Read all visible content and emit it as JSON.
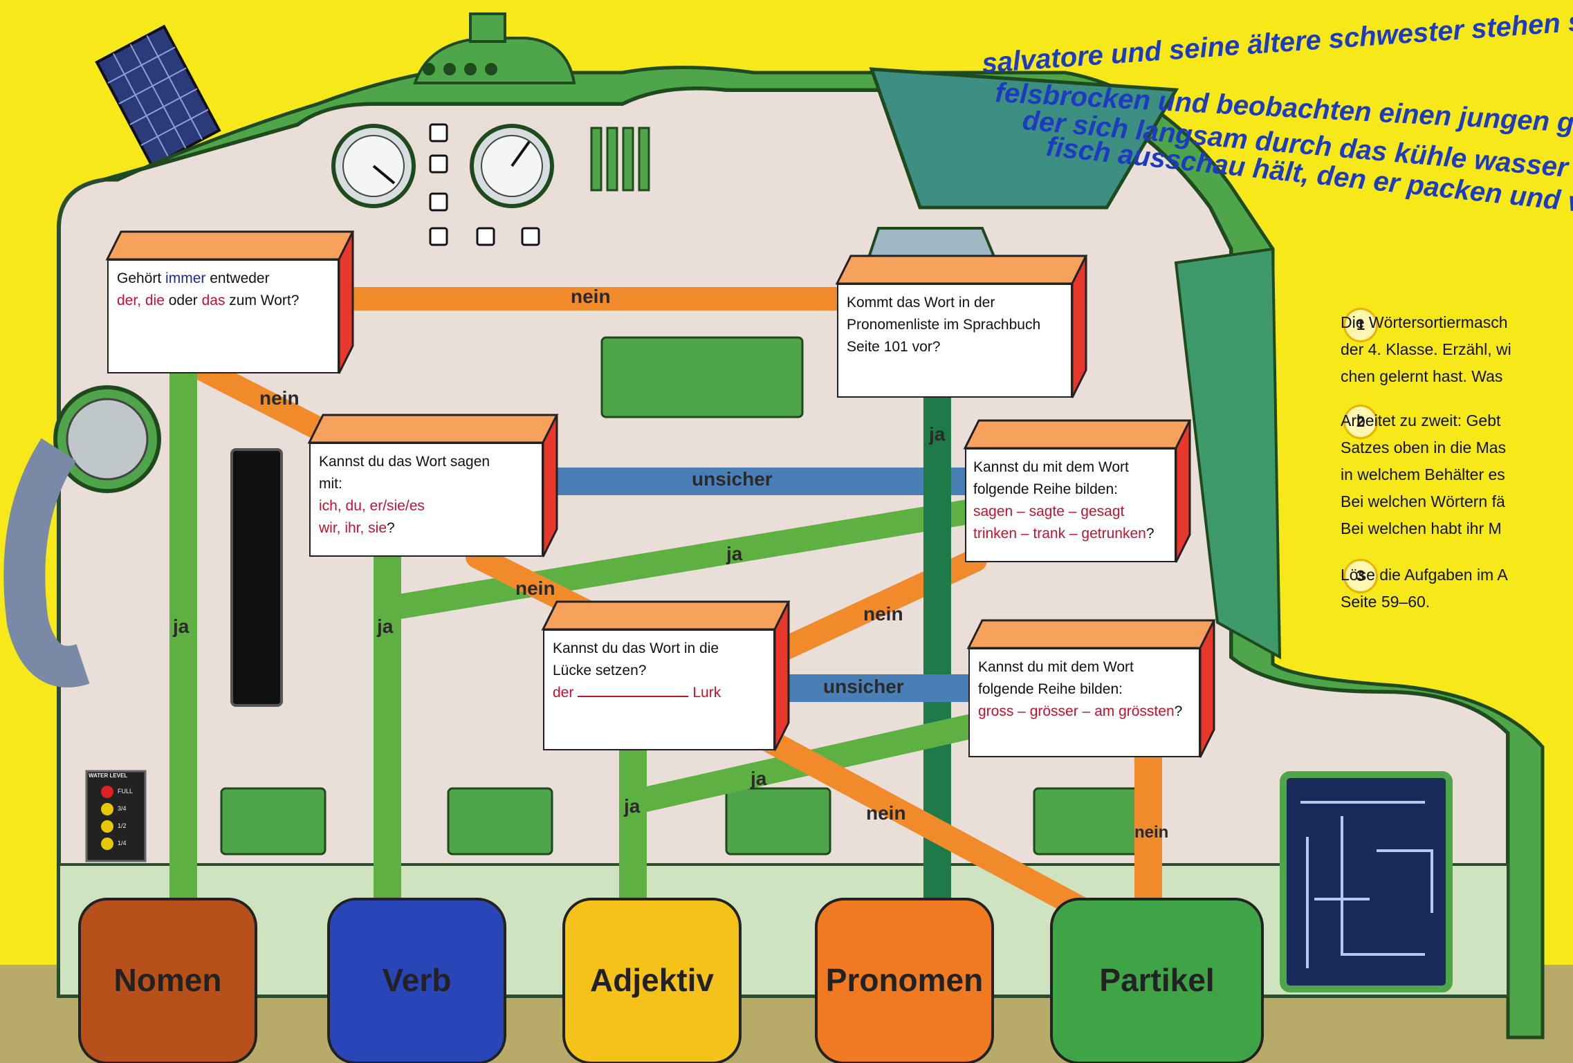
{
  "headline": [
    "salvatore und seine ältere schwester stehen stil",
    "felsbrocken und beobachten einen jungen gra",
    "der sich langsam durch das kühle wasser bew",
    "fisch ausschau hält, den er packen und vers"
  ],
  "questions": {
    "q1": {
      "prefix": "Gehört ",
      "em": "immer",
      "suffix": " entweder",
      "line2_red1": "der, die",
      "line2_mid": " oder ",
      "line2_red2": "das",
      "line2_end": " zum Wort?"
    },
    "q2": {
      "l1": "Kommt das Wort in der",
      "l2": "Pronomenliste im Sprachbuch",
      "l3": "Seite 101 vor?"
    },
    "q3": {
      "l1": "Kannst du das Wort sagen",
      "l2": "mit:",
      "l3": "ich, du, er/sie/es",
      "l4": "wir, ihr, sie",
      "l4_end": "?"
    },
    "q4": {
      "l1": "Kannst du mit dem Wort",
      "l2": "folgende Reihe bilden:",
      "l3": "sagen – sagte – gesagt",
      "l4": "trinken – trank – getrunken",
      "l4_end": "?"
    },
    "q5": {
      "l1": "Kannst du das Wort in die",
      "l2": "Lücke setzen?",
      "l3a": "der",
      "l3b": "Lurk"
    },
    "q6": {
      "l1": "Kannst du mit dem Wort",
      "l2": "folgende Reihe bilden:",
      "l3": "gross – grösser – am grössten",
      "l3_end": "?"
    }
  },
  "pipe_labels": {
    "nein": "nein",
    "ja": "ja",
    "unsicher": "unsicher"
  },
  "bins": [
    "Nomen",
    "Verb",
    "Adjektiv",
    "Pronomen",
    "Partikel"
  ],
  "tasks": [
    {
      "num": "1",
      "l1": "Die Wörtersortiermasch",
      "l2": "der 4. Klasse. Erzähl, wi",
      "l3": "chen gelernt hast. Was"
    },
    {
      "num": "2",
      "l1": "Arbeitet zu zweit: Gebt",
      "l2": "Satzes oben in die Mas",
      "l3": "in welchem Behälter es",
      "l4": "Bei welchen Wörtern fä",
      "l5": "Bei welchen habt ihr M"
    },
    {
      "num": "3",
      "l1": "Löse die Aufgaben im A",
      "l2": "Seite 59–60."
    }
  ],
  "water_level": {
    "title": "WATER LEVEL",
    "levels": [
      "FULL",
      "3/4",
      "1/2",
      "1/4"
    ]
  },
  "colors": {
    "background": "#f7e81a",
    "machine": "#e6ddd6",
    "frame": "#4fa64a",
    "pipe_orange": "#f08a2a",
    "pipe_green": "#5fb043",
    "pipe_darkgreen": "#1f7a4a",
    "pipe_blue": "#4a7fb5",
    "bin_nomen": "#b8501c",
    "bin_verb": "#2a45b8",
    "bin_adjektiv": "#f5c21a",
    "bin_pronomen": "#ef7a22",
    "bin_partikel": "#3fa446"
  }
}
